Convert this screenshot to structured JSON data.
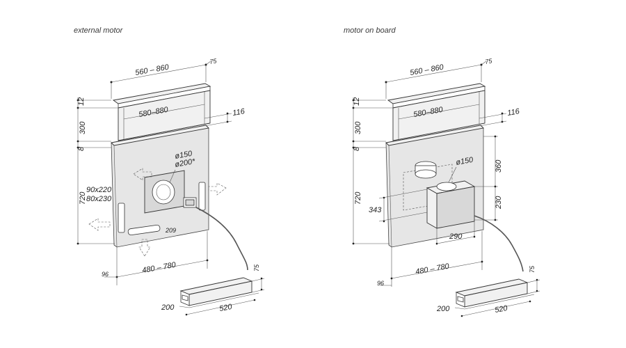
{
  "left": {
    "caption": "external motor",
    "dims": {
      "width_range": "560 – 860",
      "depth_top": "75",
      "inner_width": "580–880",
      "offset": "116",
      "height_12": "12",
      "height_300": "300",
      "height_8": "8",
      "height_720": "720",
      "duct_150": "ø150",
      "duct_200": "ø200*",
      "cutout_1": "90x220",
      "cutout_2": "80x230",
      "small_209": "209",
      "bottom_range": "480 – 780",
      "bottom_96": "96",
      "motor_75": "75",
      "motor_200": "200",
      "motor_520": "520"
    }
  },
  "right": {
    "caption": "motor on board",
    "dims": {
      "width_range": "560 – 860",
      "depth_top": "75",
      "inner_width": "580–880",
      "offset": "116",
      "height_12": "12",
      "height_300": "300",
      "height_8": "8",
      "height_720": "720",
      "duct_150": "ø150",
      "dim_360": "360",
      "dim_230": "230",
      "dim_343": "343",
      "dim_290": "290",
      "bottom_range": "480 – 780",
      "bottom_96": "96",
      "motor_75": "75",
      "motor_200": "200",
      "motor_520": "520"
    }
  }
}
